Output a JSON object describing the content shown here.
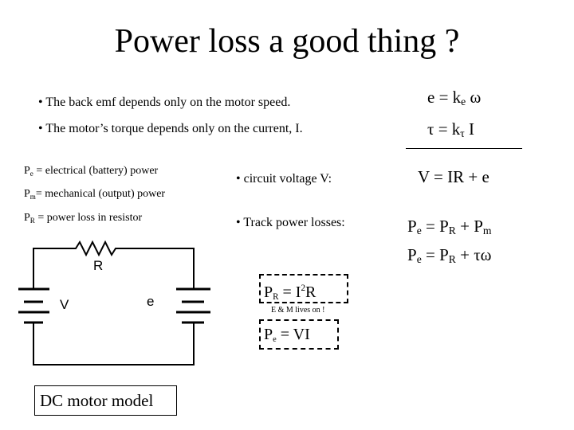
{
  "slide": {
    "title": "Power loss a good thing ?",
    "bullets": {
      "back_emf": "• The back emf depends only on the motor speed.",
      "torque": "• The motor’s torque depends only on the current, I.",
      "circuit_voltage": "• circuit voltage V:",
      "track_power": "• Track power losses:"
    },
    "equations": {
      "emf": {
        "lhs": "e = k",
        "sub": "e",
        "rhs": " ω"
      },
      "torque": {
        "lhs": "τ = k",
        "sub": "τ",
        "rhs": " I"
      },
      "voltage": "V = IR + e",
      "power1": {
        "p1": "P",
        "s1": "e",
        "eq": " = ",
        "p2": "P",
        "s2": "R",
        "plus": " + ",
        "p3": "P",
        "s3": "m"
      },
      "power2": {
        "p1": "P",
        "s1": "e",
        "eq": " = ",
        "p2": "P",
        "s2": "R",
        "plus": " + ",
        "tail": "τω"
      }
    },
    "definitions": {
      "pe": {
        "sym": "P",
        "sub": "e",
        "text": " = electrical (battery) power"
      },
      "pm": {
        "sym": "P",
        "sub": "m",
        "text": "= mechanical (output) power"
      },
      "pr": {
        "sym": "P",
        "sub": "R",
        "text": " = power loss in resistor"
      }
    },
    "circuit": {
      "r_label": "R",
      "v_label": "V",
      "e_label": "e",
      "caption": "DC motor model"
    },
    "boxes": {
      "pr_formula": {
        "p": "P",
        "sub": "R",
        "mid": " = I",
        "sup": "2",
        "tail": "R"
      },
      "note": "E & M lives on !",
      "pe_formula": {
        "p": "P",
        "sub": "e",
        "tail": " = VI"
      }
    }
  }
}
